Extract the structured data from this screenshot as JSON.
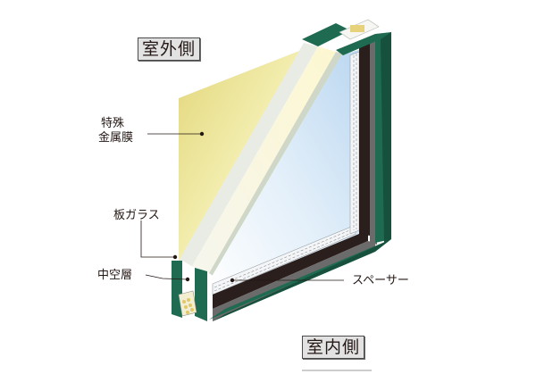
{
  "labels": {
    "outside": "室外側",
    "inside": "室内側",
    "special_metal_film_line1": "特殊",
    "special_metal_film_line2": "金属膜",
    "glass_pane": "板ガラス",
    "hollow_layer": "中空層",
    "spacer": "スペーサー"
  },
  "colors": {
    "frame_green": "#1f6b52",
    "frame_green_dark": "#17503d",
    "film_yellow": "#ede59a",
    "glass_blue": "#cfe4f5",
    "spacer_dark": "#2a1f1c",
    "spacer_gray": "#6b6b6b",
    "label_bg": "#e2e2e2"
  }
}
